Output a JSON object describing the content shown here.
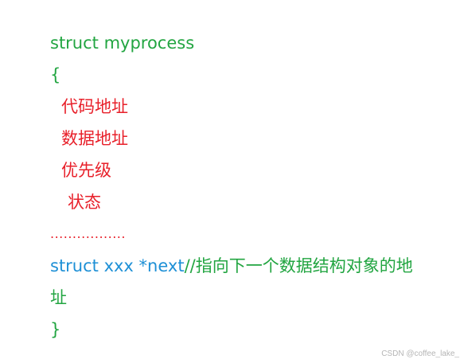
{
  "code": {
    "struct_decl": "struct myprocess",
    "open_brace": "{",
    "field_code_addr": "代码地址",
    "field_data_addr": "数据地址",
    "field_priority": "优先级",
    "field_state": "状态",
    "ellipsis": ".................",
    "next_type": "struct xxx",
    "next_ptr": " *next",
    "next_comment": "//指向下一个数据结构对象的地",
    "next_comment_wrap": "址",
    "close_brace": "}"
  },
  "watermark": "CSDN @coffee_lake_",
  "colors": {
    "green": "#22a541",
    "red": "#e8202a",
    "blue": "#1e90d6"
  }
}
